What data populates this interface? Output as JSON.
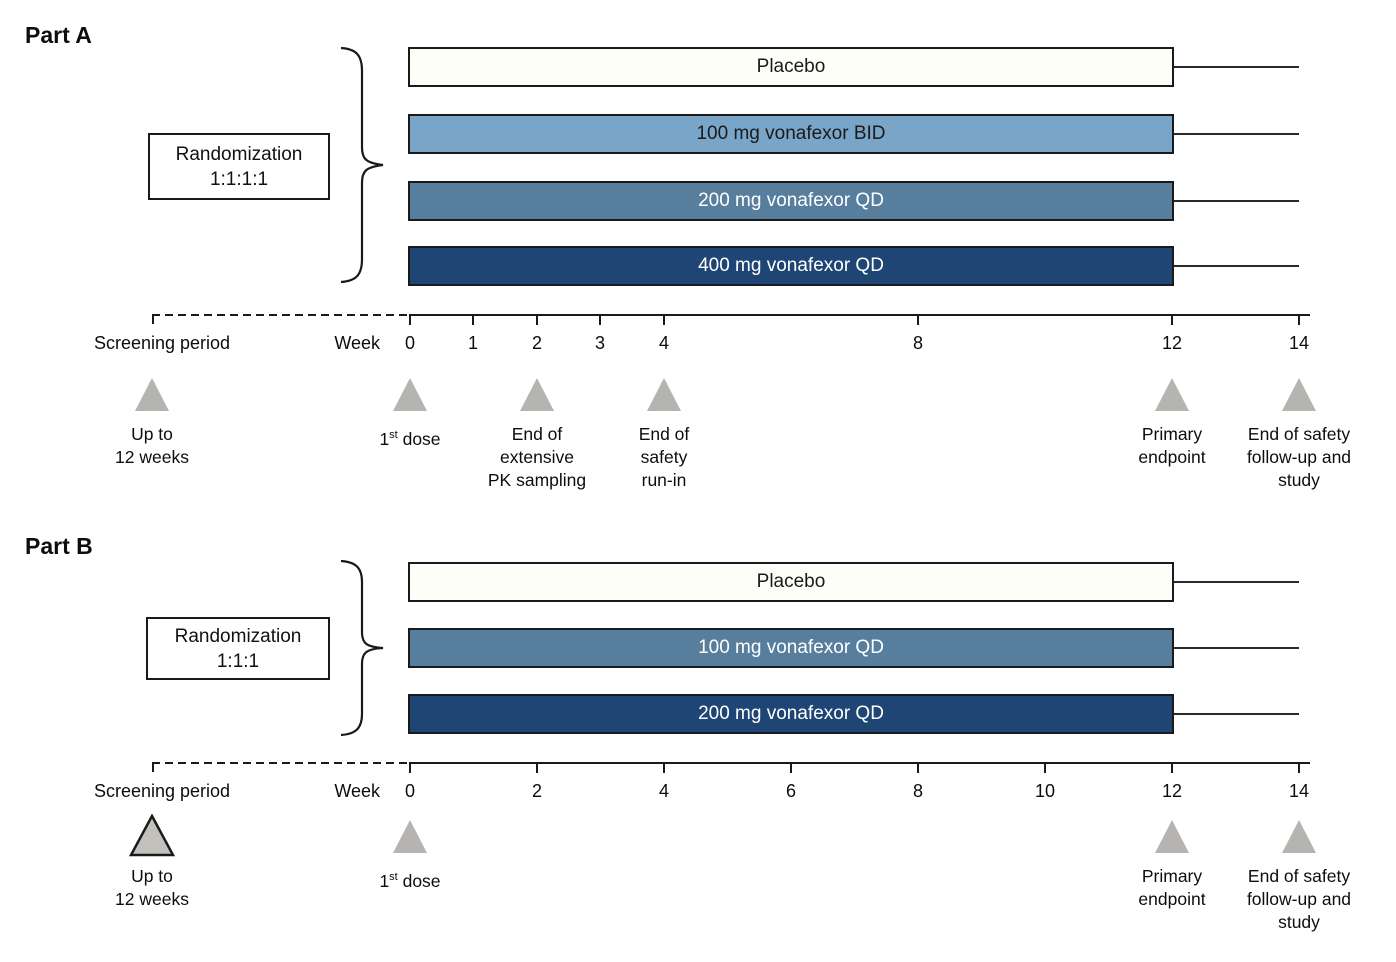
{
  "colors": {
    "placebo_fill": "#fefef9",
    "light_blue": "#79a5c9",
    "medium_blue": "#587e9e",
    "dark_blue": "#1e4573",
    "triangle_gray": "#b5b4b0",
    "screening_triangle_b_fill": "#c2c1bb",
    "line_color": "#1a1a1a"
  },
  "part_a": {
    "title": "Part A",
    "randomization": {
      "line1": "Randomization",
      "line2": "1:1:1:1"
    },
    "bars": [
      {
        "label": "Placebo",
        "fill": "#fefef9",
        "text_color": "#1a1a1a"
      },
      {
        "label": "100 mg vonafexor BID",
        "fill": "#79a5c9",
        "text_color": "#1a1a1a"
      },
      {
        "label": "200 mg vonafexor QD",
        "fill": "#587e9e",
        "text_color": "#ffffff"
      },
      {
        "label": "400 mg vonafexor QD",
        "fill": "#1e4573",
        "text_color": "#ffffff"
      }
    ],
    "axis": {
      "screening_label": "Screening period",
      "week_label": "Week",
      "ticks": [
        "0",
        "1",
        "2",
        "3",
        "4",
        "8",
        "12",
        "14"
      ]
    },
    "milestones": {
      "screening": "Up to\n12 weeks",
      "first_dose": {
        "num": "1",
        "sup": "st",
        "rest": " dose"
      },
      "pk": "End of\nextensive\nPK sampling",
      "safety_runin": "End of\nsafety\nrun-in",
      "primary": "Primary\nendpoint",
      "end_safety": "End of safety\nfollow-up and\nstudy"
    }
  },
  "part_b": {
    "title": "Part B",
    "randomization": {
      "line1": "Randomization",
      "line2": "1:1:1"
    },
    "bars": [
      {
        "label": "Placebo",
        "fill": "#fefef9",
        "text_color": "#1a1a1a"
      },
      {
        "label": "100 mg vonafexor QD",
        "fill": "#587e9e",
        "text_color": "#ffffff"
      },
      {
        "label": "200 mg vonafexor QD",
        "fill": "#1e4573",
        "text_color": "#ffffff"
      }
    ],
    "axis": {
      "screening_label": "Screening period",
      "week_label": "Week",
      "ticks": [
        "0",
        "2",
        "4",
        "6",
        "8",
        "10",
        "12",
        "14"
      ]
    },
    "milestones": {
      "screening": "Up to\n12 weeks",
      "first_dose": {
        "num": "1",
        "sup": "st",
        "rest": " dose"
      },
      "primary": "Primary\nendpoint",
      "end_safety": "End of safety\nfollow-up and\nstudy"
    }
  }
}
